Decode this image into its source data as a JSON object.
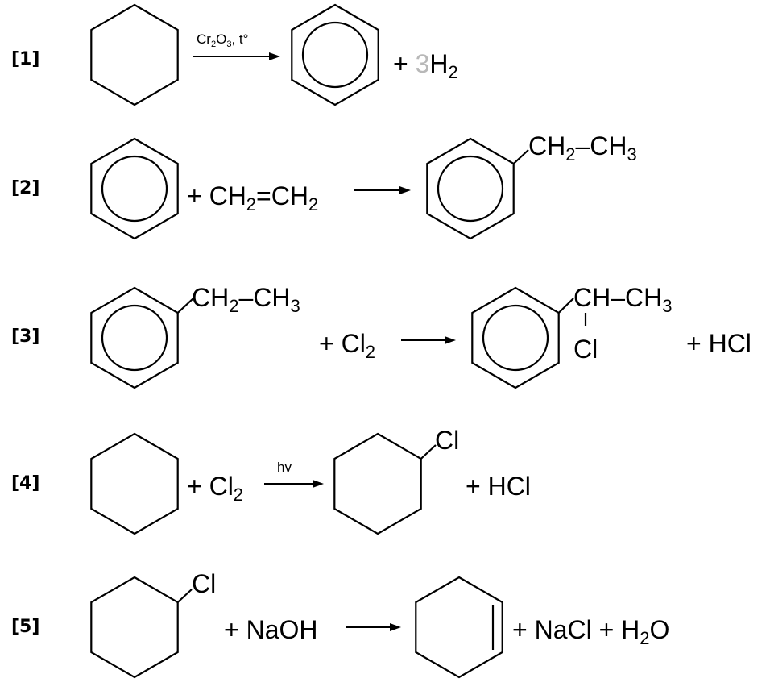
{
  "reactions": [
    {
      "label": "[1]",
      "reactant_parts": [],
      "condition": "Cr2O3, t°",
      "condition_parts": {
        "a": "Cr",
        "s1": "2",
        "b": "O",
        "s2": "3",
        "c": ", t°"
      },
      "product_parts": {
        "plus": "+ ",
        "coef": "3",
        "h": "H",
        "sub": "2"
      },
      "coef_color": "#b8b8b8"
    },
    {
      "label": "[2]",
      "reactant": {
        "a": "+ CH",
        "s1": "2",
        "b": "=CH",
        "s2": "2"
      },
      "substituent": {
        "a": "CH",
        "s1": "2",
        "b": "–CH",
        "s2": "3"
      }
    },
    {
      "label": "[3]",
      "substituent": {
        "a": "CH",
        "s1": "2",
        "b": "–CH",
        "s2": "3"
      },
      "reagent": {
        "a": "+ Cl",
        "s1": "2"
      },
      "product_sub": {
        "top": "CH–CH",
        "s": "3",
        "cl": "Cl"
      },
      "byproduct": "+ HCl"
    },
    {
      "label": "[4]",
      "reagent": {
        "a": "+ Cl",
        "s1": "2"
      },
      "condition": "hv",
      "product_sub": "Cl",
      "byproduct": "+ HCl"
    },
    {
      "label": "[5]",
      "reactant_sub": "Cl",
      "reagent": "+ NaOH",
      "byproducts": {
        "a": "+ NaCl + H",
        "s1": "2",
        "b": "O"
      }
    }
  ]
}
